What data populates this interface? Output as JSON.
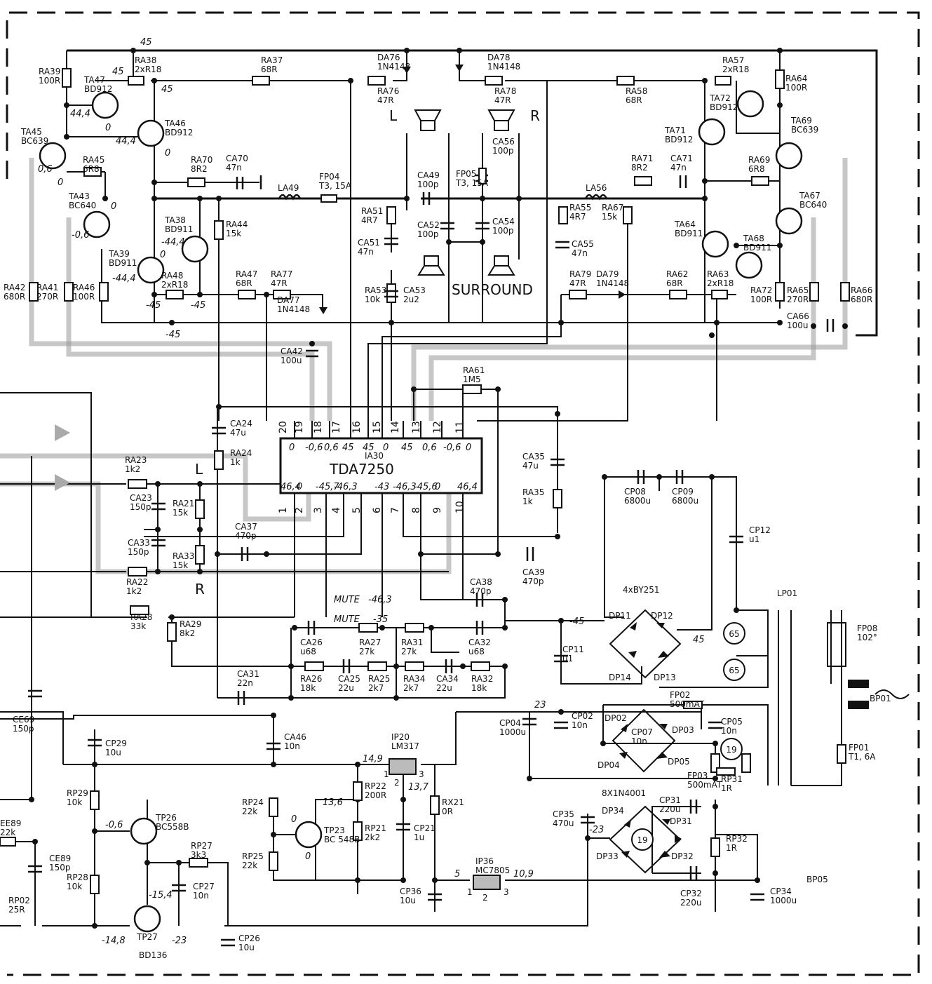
{
  "ic_main": {
    "ref": "IA30",
    "part": "TDA7250",
    "top_pins": [
      "20",
      "19",
      "18",
      "17",
      "16",
      "15",
      "14",
      "13",
      "12",
      "11"
    ],
    "bottom_pins": [
      "1",
      "2",
      "3",
      "4",
      "5",
      "6",
      "7",
      "8",
      "9",
      "10"
    ],
    "top_voltages": [
      "0",
      "-0,6",
      "0,6",
      "45",
      "45",
      "0",
      "45",
      "0,6",
      "-0,6",
      "0"
    ],
    "bottom_voltages": [
      "46,4",
      "0",
      "-45,7",
      "-46,3",
      "",
      "-43",
      "-46,3",
      "-45,6",
      "0",
      "46,4"
    ]
  },
  "labels": {
    "left": "L",
    "right": "R",
    "surround": "SURROUND",
    "mute": "MUTE",
    "mute_v1": "-46,3",
    "mute_v2": "-35",
    "bridge_type": "4xBY251",
    "bridge2_type": "8X1N4001",
    "tp27_part": "BD136"
  },
  "voltages": {
    "top_rail": "45",
    "node_45a": "45",
    "node_45b": "45",
    "v44_4a": "44,4",
    "v44_4b": "44,4",
    "v0a": "0",
    "v0b": "0",
    "v0c": "0",
    "v0_6": "0,6",
    "vneg0_6": "-0,6",
    "vneg44_4a": "-44,4",
    "vneg44_4b": "-44,4",
    "vneg45a": "-45",
    "vneg45b": "-45",
    "vneg45c": "-45",
    "vneg45_bridge": "-45",
    "v45_bridge": "45",
    "v23": "23",
    "vneg23": "-23",
    "v14_9": "14,9",
    "v13_7": "13,7",
    "v13_6": "13,6",
    "v10_9": "10,9",
    "v5": "5",
    "vneg0_6b": "-0,6",
    "vneg15_4": "-15,4",
    "vneg14_8": "-14,8",
    "vneg23b": "-23",
    "v0d": "0",
    "v0e": "0"
  },
  "components": {
    "RA39": [
      "RA39",
      "100R"
    ],
    "RA38": [
      "RA38",
      "2xR18"
    ],
    "RA37": [
      "RA37",
      "68R"
    ],
    "DA76": [
      "DA76",
      "1N4148"
    ],
    "RA76": [
      "RA76",
      "47R"
    ],
    "DA78": [
      "DA78",
      "1N4148"
    ],
    "RA78": [
      "RA78",
      "47R"
    ],
    "RA58": [
      "RA58",
      "68R"
    ],
    "RA57": [
      "RA57",
      "2xR18"
    ],
    "RA64": [
      "RA64",
      "100R"
    ],
    "TA47": [
      "TA47",
      "BD912"
    ],
    "TA46": [
      "TA46",
      "BD912"
    ],
    "TA45": [
      "TA45",
      "BC639"
    ],
    "RA45": [
      "RA45",
      "6R8"
    ],
    "RA70": [
      "RA70",
      "8R2"
    ],
    "CA70": [
      "CA70",
      "47n"
    ],
    "FP04": [
      "FP04",
      "T3, 15A"
    ],
    "LA49": [
      "LA49",
      ""
    ],
    "CA49": [
      "CA49",
      "100p"
    ],
    "FP05": [
      "FP05",
      "T3, 15A"
    ],
    "CA56": [
      "CA56",
      "100p"
    ],
    "TA72": [
      "TA72",
      "BD912"
    ],
    "TA71": [
      "TA71",
      "BD912"
    ],
    "TA69": [
      "TA69",
      "BC639"
    ],
    "RA71": [
      "RA71",
      "8R2"
    ],
    "CA71": [
      "CA71",
      "47n"
    ],
    "RA69": [
      "RA69",
      "6R8"
    ],
    "LA56": [
      "LA56",
      ""
    ],
    "TA43": [
      "TA43",
      "BC640"
    ],
    "TA38": [
      "TA38",
      "BD911"
    ],
    "RA44": [
      "RA44",
      "15k"
    ],
    "RA51": [
      "RA51",
      "4R7"
    ],
    "CA51": [
      "CA51",
      "47n"
    ],
    "CA52": [
      "CA52",
      "100p"
    ],
    "CA54": [
      "CA54",
      "100p"
    ],
    "RA55": [
      "RA55",
      "4R7"
    ],
    "CA55": [
      "CA55",
      "47n"
    ],
    "RA67": [
      "RA67",
      "15k"
    ],
    "TA64": [
      "TA64",
      "BD911"
    ],
    "TA68": [
      "TA68",
      "BD911"
    ],
    "TA67": [
      "TA67",
      "BC640"
    ],
    "TA39": [
      "TA39",
      "BD911"
    ],
    "RA48": [
      "RA48",
      "2xR18"
    ],
    "RA47": [
      "RA47",
      "68R"
    ],
    "RA77": [
      "RA77",
      "47R"
    ],
    "DA77": [
      "DA77",
      "1N4148"
    ],
    "RA53": [
      "RA53",
      "10k"
    ],
    "CA53": [
      "CA53",
      "2u2"
    ],
    "RA79": [
      "RA79",
      "47R"
    ],
    "DA79": [
      "DA79",
      "1N4148"
    ],
    "RA62": [
      "RA62",
      "68R"
    ],
    "RA63": [
      "RA63",
      "2xR18"
    ],
    "RA42": [
      "RA42",
      "680R"
    ],
    "RA41": [
      "RA41",
      "270R"
    ],
    "RA46": [
      "RA46",
      "100R"
    ],
    "RA72": [
      "RA72",
      "100R"
    ],
    "RA65": [
      "RA65",
      "270R"
    ],
    "RA66": [
      "RA66",
      "680R"
    ],
    "CA66": [
      "CA66",
      "100u"
    ],
    "CA42": [
      "CA42",
      "100u"
    ],
    "RA61": [
      "RA61",
      "1M5"
    ],
    "CA24": [
      "CA24",
      "47u"
    ],
    "RA24": [
      "RA24",
      "1k"
    ],
    "CA35": [
      "CA35",
      "47u"
    ],
    "RA35": [
      "RA35",
      "1k"
    ],
    "RA23": [
      "RA23",
      "1k2"
    ],
    "CA23": [
      "CA23",
      "150p"
    ],
    "RA21": [
      "RA21",
      "15k"
    ],
    "CA37": [
      "CA37",
      "470p"
    ],
    "CA33": [
      "CA33",
      "150p"
    ],
    "RA33": [
      "RA33",
      "15k"
    ],
    "RA22": [
      "RA22",
      "1k2"
    ],
    "CP08": [
      "CP08",
      "6800u"
    ],
    "CP09": [
      "CP09",
      "6800u"
    ],
    "CP12": [
      "CP12",
      "u1"
    ],
    "CA39": [
      "CA39",
      "470p"
    ],
    "CA38": [
      "CA38",
      "470p"
    ],
    "RA28": [
      "RA28",
      "33k"
    ],
    "RA29": [
      "RA29",
      "8k2"
    ],
    "CA26": [
      "CA26",
      "u68"
    ],
    "RA27": [
      "RA27",
      "27k"
    ],
    "RA31": [
      "RA31",
      "27k"
    ],
    "CA32": [
      "CA32",
      "u68"
    ],
    "CP11": [
      "CP11",
      "u1"
    ],
    "DP11": [
      "DP11",
      ""
    ],
    "DP12": [
      "DP12",
      ""
    ],
    "DP13": [
      "DP13",
      ""
    ],
    "DP14": [
      "DP14",
      ""
    ],
    "LP01": [
      "LP01",
      ""
    ],
    "FP08": [
      "FP08",
      "102°"
    ],
    "BP01": [
      "BP01",
      ""
    ],
    "CA31": [
      "CA31",
      "22n"
    ],
    "RA26": [
      "RA26",
      "18k"
    ],
    "CA25": [
      "CA25",
      "22u"
    ],
    "RA25": [
      "RA25",
      "2k7"
    ],
    "RA34": [
      "RA34",
      "2k7"
    ],
    "CA34": [
      "CA34",
      "22u"
    ],
    "RA32": [
      "RA32",
      "18k"
    ],
    "CE69": [
      "CE69",
      "150p"
    ],
    "FP02": [
      "FP02",
      "500mAT"
    ],
    "CP04": [
      "CP04",
      "1000u"
    ],
    "CP02": [
      "CP02",
      "10n"
    ],
    "DP02": [
      "DP02",
      ""
    ],
    "CP07": [
      "CP07",
      "10n"
    ],
    "DP03": [
      "DP03",
      ""
    ],
    "CP05": [
      "CP05",
      "10n"
    ],
    "DP04": [
      "DP04",
      ""
    ],
    "DP05": [
      "DP05",
      ""
    ],
    "FP03": [
      "FP03",
      "500mAT"
    ],
    "RP31": [
      "RP31",
      "1R"
    ],
    "FP01": [
      "FP01",
      "T1, 6A"
    ],
    "CP29": [
      "CP29",
      "10u"
    ],
    "CA46": [
      "CA46",
      "10n"
    ],
    "IP20": [
      "IP20",
      "LM317"
    ],
    "RP22": [
      "RP22",
      "200R"
    ],
    "RX21": [
      "RX21",
      "0R"
    ],
    "RP29": [
      "RP29",
      "10k"
    ],
    "TP26": [
      "TP26",
      "BC558B"
    ],
    "RP24": [
      "RP24",
      "22k"
    ],
    "TP23": [
      "TP23",
      "BC 548B"
    ],
    "RP21": [
      "RP21",
      "2k2"
    ],
    "CP21": [
      "CP21",
      "1u"
    ],
    "CP31": [
      "CP31",
      "220u"
    ],
    "DP34": [
      "DP34",
      ""
    ],
    "DP31": [
      "DP31",
      ""
    ],
    "CP35": [
      "CP35",
      "470u"
    ],
    "RP32": [
      "RP32",
      "1R"
    ],
    "DP33": [
      "DP33",
      ""
    ],
    "DP32": [
      "DP32",
      ""
    ],
    "CE89a": [
      "EE89",
      "22k"
    ],
    "CE89": [
      "CE89",
      "150p"
    ],
    "RP27": [
      "RP27",
      "3k3"
    ],
    "RP28": [
      "RP28",
      "10k"
    ],
    "CP27": [
      "CP27",
      "10n"
    ],
    "RP25": [
      "RP25",
      "22k"
    ],
    "IP36": [
      "IP36",
      "MC7805"
    ],
    "CP36": [
      "CP36",
      "10u"
    ],
    "CP32": [
      "CP32",
      "220u"
    ],
    "CP34": [
      "CP34",
      "1000u"
    ],
    "BP05": [
      "BP05",
      ""
    ],
    "RP02": [
      "RP02",
      "25R"
    ],
    "TP27": [
      "TP27",
      ""
    ],
    "CP26": [
      "CP26",
      "10u"
    ]
  },
  "reg_pins": {
    "lm317": [
      "1",
      "2",
      "3"
    ],
    "mc7805": [
      "1",
      "2",
      "3"
    ]
  },
  "fuse_circle": [
    "65",
    "65",
    "19",
    "19"
  ]
}
